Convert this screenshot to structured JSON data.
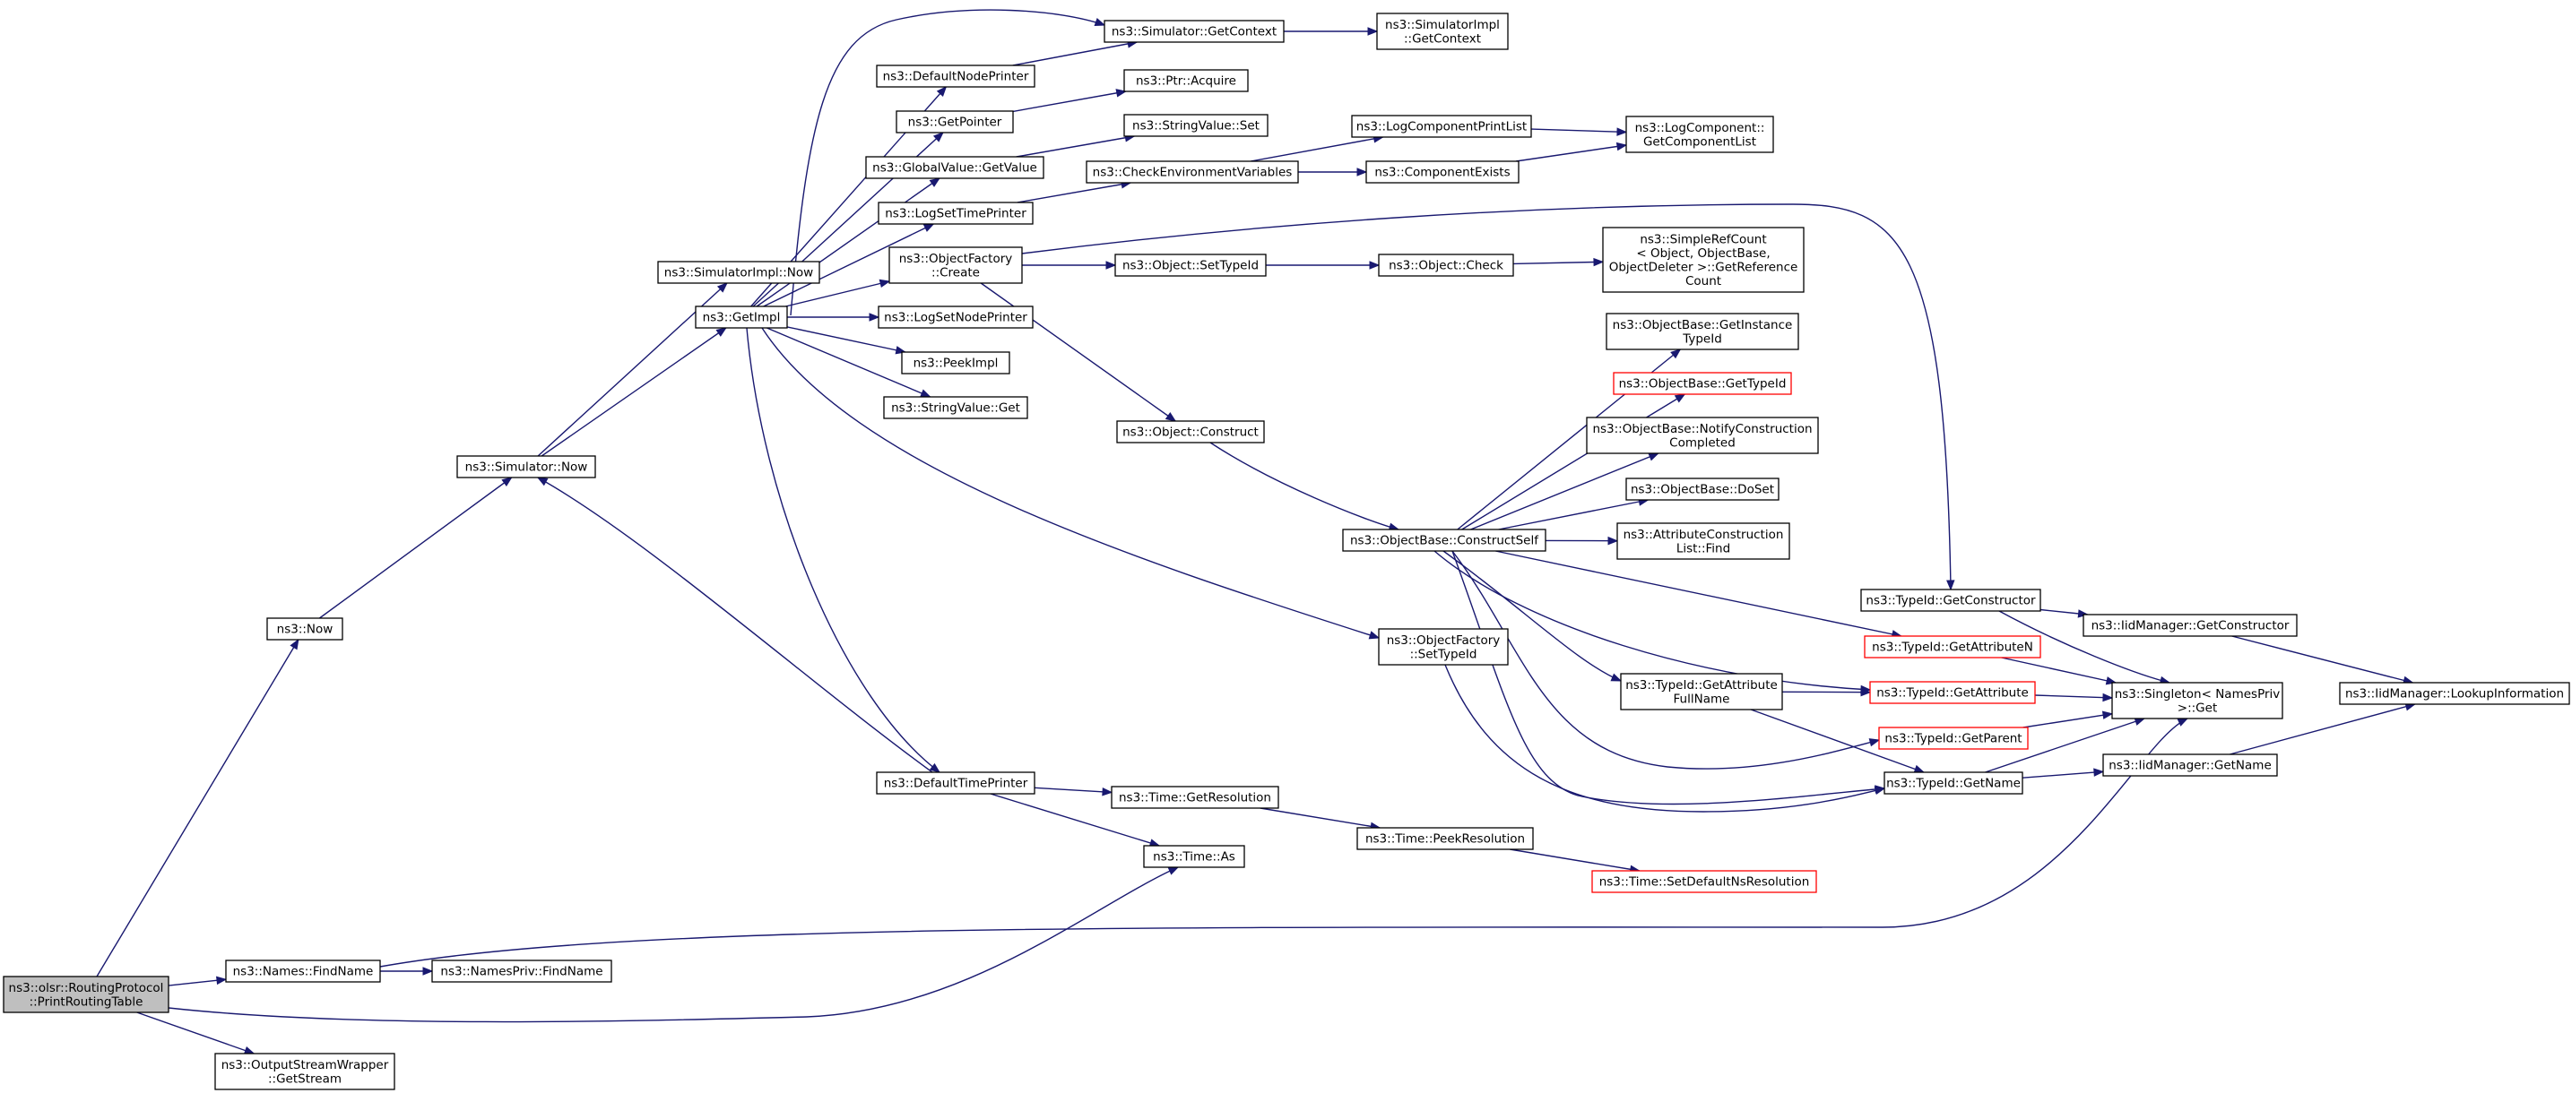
{
  "graph": {
    "edge_color": "#191970",
    "root_fill": "#bfbfbf",
    "truncated_border_color": "#ff0000",
    "nodes": [
      {
        "id": "root",
        "label": [
          "ns3::olsr::RoutingProtocol",
          "::PrintRoutingTable"
        ],
        "style": "root"
      },
      {
        "id": "now",
        "label": [
          "ns3::Now"
        ]
      },
      {
        "id": "names_find",
        "label": [
          "ns3::Names::FindName"
        ]
      },
      {
        "id": "namespriv_find",
        "label": [
          "ns3::NamesPriv::FindName"
        ]
      },
      {
        "id": "osw_getstream",
        "label": [
          "ns3::OutputStreamWrapper",
          "::GetStream"
        ]
      },
      {
        "id": "sim_now",
        "label": [
          "ns3::Simulator::Now"
        ]
      },
      {
        "id": "simimpl_now",
        "label": [
          "ns3::SimulatorImpl::Now"
        ]
      },
      {
        "id": "getimpl",
        "label": [
          "ns3::GetImpl"
        ]
      },
      {
        "id": "defaultnodeprinter",
        "label": [
          "ns3::DefaultNodePrinter"
        ]
      },
      {
        "id": "getpointer",
        "label": [
          "ns3::GetPointer"
        ]
      },
      {
        "id": "globalvalue_get",
        "label": [
          "ns3::GlobalValue::GetValue"
        ]
      },
      {
        "id": "logsettimeprinter",
        "label": [
          "ns3::LogSetTimePrinter"
        ]
      },
      {
        "id": "objfactory_create",
        "label": [
          "ns3::ObjectFactory",
          "::Create"
        ]
      },
      {
        "id": "logsetnodeprinter",
        "label": [
          "ns3::LogSetNodePrinter"
        ]
      },
      {
        "id": "peekimpl",
        "label": [
          "ns3::PeekImpl"
        ]
      },
      {
        "id": "stringvalue_get",
        "label": [
          "ns3::StringValue::Get"
        ]
      },
      {
        "id": "defaulttimeprinter",
        "label": [
          "ns3::DefaultTimePrinter"
        ]
      },
      {
        "id": "sim_getcontext",
        "label": [
          "ns3::Simulator::GetContext"
        ]
      },
      {
        "id": "simimpl_getcontext",
        "label": [
          "ns3::SimulatorImpl",
          "::GetContext"
        ]
      },
      {
        "id": "ptr_acquire",
        "label": [
          "ns3::Ptr::Acquire"
        ]
      },
      {
        "id": "stringvalue_set",
        "label": [
          "ns3::StringValue::Set"
        ]
      },
      {
        "id": "checkenv",
        "label": [
          "ns3::CheckEnvironmentVariables"
        ]
      },
      {
        "id": "logcompprintlist",
        "label": [
          "ns3::LogComponentPrintList"
        ]
      },
      {
        "id": "componentexists",
        "label": [
          "ns3::ComponentExists"
        ]
      },
      {
        "id": "logcomp_getlist",
        "label": [
          "ns3::LogComponent::",
          "GetComponentList"
        ]
      },
      {
        "id": "object_settypeid",
        "label": [
          "ns3::Object::SetTypeId"
        ]
      },
      {
        "id": "object_check",
        "label": [
          "ns3::Object::Check"
        ]
      },
      {
        "id": "simplerefcount",
        "label": [
          "ns3::SimpleRefCount",
          "< Object, ObjectBase,",
          "ObjectDeleter >::GetReference",
          "Count"
        ]
      },
      {
        "id": "object_construct",
        "label": [
          "ns3::Object::Construct"
        ]
      },
      {
        "id": "objbase_constructself",
        "label": [
          "ns3::ObjectBase::ConstructSelf"
        ]
      },
      {
        "id": "objbase_getinstancetypeid",
        "label": [
          "ns3::ObjectBase::GetInstance",
          "TypeId"
        ]
      },
      {
        "id": "objbase_gettypeid",
        "label": [
          "ns3::ObjectBase::GetTypeId"
        ],
        "style": "truncated"
      },
      {
        "id": "objbase_notify",
        "label": [
          "ns3::ObjectBase::NotifyConstruction",
          "Completed"
        ]
      },
      {
        "id": "objbase_doset",
        "label": [
          "ns3::ObjectBase::DoSet"
        ]
      },
      {
        "id": "attrconstructlist_find",
        "label": [
          "ns3::AttributeConstruction",
          "List::Find"
        ]
      },
      {
        "id": "objfactory_settypeid",
        "label": [
          "ns3::ObjectFactory",
          "::SetTypeId"
        ]
      },
      {
        "id": "typeid_getattrfullname",
        "label": [
          "ns3::TypeId::GetAttribute",
          "FullName"
        ]
      },
      {
        "id": "typeid_getconstructor",
        "label": [
          "ns3::TypeId::GetConstructor"
        ]
      },
      {
        "id": "typeid_getattributen",
        "label": [
          "ns3::TypeId::GetAttributeN"
        ],
        "style": "truncated"
      },
      {
        "id": "typeid_getattribute",
        "label": [
          "ns3::TypeId::GetAttribute"
        ],
        "style": "truncated"
      },
      {
        "id": "typeid_getparent",
        "label": [
          "ns3::TypeId::GetParent"
        ],
        "style": "truncated"
      },
      {
        "id": "typeid_getname",
        "label": [
          "ns3::TypeId::GetName"
        ]
      },
      {
        "id": "iidmgr_getconstructor",
        "label": [
          "ns3::IidManager::GetConstructor"
        ]
      },
      {
        "id": "singleton_get",
        "label": [
          "ns3::Singleton< NamesPriv",
          " >::Get"
        ]
      },
      {
        "id": "iidmgr_lookup",
        "label": [
          "ns3::IidManager::LookupInformation"
        ]
      },
      {
        "id": "iidmgr_getname",
        "label": [
          "ns3::IidManager::GetName"
        ]
      },
      {
        "id": "time_getresolution",
        "label": [
          "ns3::Time::GetResolution"
        ]
      },
      {
        "id": "time_as",
        "label": [
          "ns3::Time::As"
        ]
      },
      {
        "id": "time_peekresolution",
        "label": [
          "ns3::Time::PeekResolution"
        ]
      },
      {
        "id": "time_setdefaultns",
        "label": [
          "ns3::Time::SetDefaultNsResolution"
        ],
        "style": "truncated"
      }
    ],
    "edges": [
      [
        "root",
        "now"
      ],
      [
        "root",
        "names_find"
      ],
      [
        "root",
        "time_as"
      ],
      [
        "root",
        "osw_getstream"
      ],
      [
        "now",
        "sim_now"
      ],
      [
        "names_find",
        "namespriv_find"
      ],
      [
        "names_find",
        "singleton_get"
      ],
      [
        "sim_now",
        "simimpl_now"
      ],
      [
        "sim_now",
        "getimpl"
      ],
      [
        "getimpl",
        "sim_getcontext"
      ],
      [
        "getimpl",
        "defaultnodeprinter"
      ],
      [
        "getimpl",
        "getpointer"
      ],
      [
        "getimpl",
        "globalvalue_get"
      ],
      [
        "getimpl",
        "logsettimeprinter"
      ],
      [
        "getimpl",
        "objfactory_create"
      ],
      [
        "getimpl",
        "logsetnodeprinter"
      ],
      [
        "getimpl",
        "peekimpl"
      ],
      [
        "getimpl",
        "stringvalue_get"
      ],
      [
        "getimpl",
        "objfactory_settypeid"
      ],
      [
        "getimpl",
        "defaulttimeprinter"
      ],
      [
        "defaulttimeprinter",
        "sim_now"
      ],
      [
        "defaulttimeprinter",
        "time_getresolution"
      ],
      [
        "defaulttimeprinter",
        "time_as"
      ],
      [
        "defaultnodeprinter",
        "sim_getcontext"
      ],
      [
        "sim_getcontext",
        "simimpl_getcontext"
      ],
      [
        "getpointer",
        "ptr_acquire"
      ],
      [
        "globalvalue_get",
        "stringvalue_set"
      ],
      [
        "logsettimeprinter",
        "checkenv"
      ],
      [
        "checkenv",
        "logcompprintlist"
      ],
      [
        "checkenv",
        "componentexists"
      ],
      [
        "logcompprintlist",
        "logcomp_getlist"
      ],
      [
        "componentexists",
        "logcomp_getlist"
      ],
      [
        "objfactory_create",
        "object_settypeid"
      ],
      [
        "objfactory_create",
        "object_construct"
      ],
      [
        "objfactory_create",
        "typeid_getconstructor"
      ],
      [
        "object_settypeid",
        "object_check"
      ],
      [
        "object_check",
        "simplerefcount"
      ],
      [
        "object_construct",
        "objbase_constructself"
      ],
      [
        "objbase_constructself",
        "objbase_getinstancetypeid"
      ],
      [
        "objbase_constructself",
        "objbase_gettypeid"
      ],
      [
        "objbase_constructself",
        "objbase_notify"
      ],
      [
        "objbase_constructself",
        "objbase_doset"
      ],
      [
        "objbase_constructself",
        "attrconstructlist_find"
      ],
      [
        "objbase_constructself",
        "typeid_getattributen"
      ],
      [
        "objbase_constructself",
        "typeid_getattrfullname"
      ],
      [
        "objbase_constructself",
        "typeid_getattribute"
      ],
      [
        "objbase_constructself",
        "typeid_getparent"
      ],
      [
        "objbase_constructself",
        "typeid_getname"
      ],
      [
        "typeid_getattrfullname",
        "typeid_getattribute"
      ],
      [
        "typeid_getattrfullname",
        "typeid_getname"
      ],
      [
        "objfactory_settypeid",
        "typeid_getname"
      ],
      [
        "typeid_getconstructor",
        "iidmgr_getconstructor"
      ],
      [
        "typeid_getconstructor",
        "singleton_get"
      ],
      [
        "typeid_getattributen",
        "singleton_get"
      ],
      [
        "typeid_getattribute",
        "singleton_get"
      ],
      [
        "typeid_getparent",
        "singleton_get"
      ],
      [
        "typeid_getname",
        "singleton_get"
      ],
      [
        "typeid_getname",
        "iidmgr_getname"
      ],
      [
        "iidmgr_getconstructor",
        "iidmgr_lookup"
      ],
      [
        "iidmgr_getname",
        "iidmgr_lookup"
      ],
      [
        "time_getresolution",
        "time_peekresolution"
      ],
      [
        "time_peekresolution",
        "time_setdefaultns"
      ]
    ]
  }
}
